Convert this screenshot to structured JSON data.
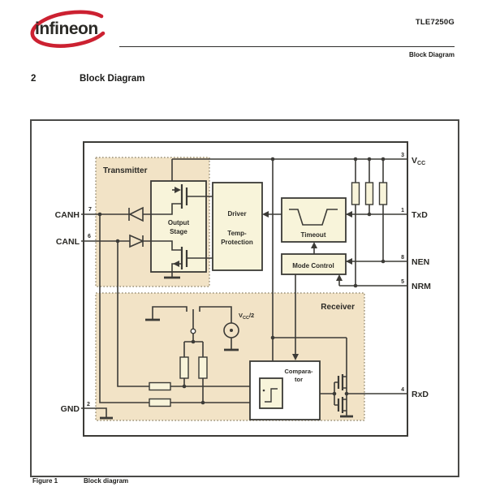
{
  "logo": {
    "text": "infineon"
  },
  "header": {
    "product": "TLE7250G",
    "doc_section": "Block Diagram"
  },
  "heading": {
    "number": "2",
    "title": "Block Diagram"
  },
  "caption": {
    "label": "Figure 1",
    "text": "Block diagram"
  },
  "diagram": {
    "labels": {
      "transmitter": "Transmitter",
      "receiver": "Receiver",
      "output_stage_1": "Output",
      "output_stage_2": "Stage",
      "driver": "Driver",
      "temp_1": "Temp-",
      "temp_2": "Protection",
      "timeout": "Timeout",
      "mode_control": "Mode Control",
      "comparator_1": "Compara-",
      "comparator_2": "tor",
      "vcc_half": {
        "main": "V",
        "sub": "CC",
        "rest": "/2"
      }
    },
    "pins": {
      "left": [
        {
          "num": "7",
          "name": "CANH"
        },
        {
          "num": "6",
          "name": "CANL"
        },
        {
          "num": "2",
          "name": "GND"
        }
      ],
      "right": [
        {
          "num": "3",
          "name_main": "V",
          "name_sub": "CC"
        },
        {
          "num": "1",
          "name": "TxD"
        },
        {
          "num": "8",
          "name": "NEN"
        },
        {
          "num": "5",
          "name": "NRM"
        },
        {
          "num": "4",
          "name": "RxD"
        }
      ]
    },
    "colors": {
      "page_bg": "#ffffff",
      "region_fill": "#f2e3c6",
      "block_fill": "#f8f4da",
      "line": "#3c3b37",
      "frame": "#4a4a48",
      "logo_blue": "#1a5aa6",
      "logo_red": "#cc2131"
    }
  }
}
